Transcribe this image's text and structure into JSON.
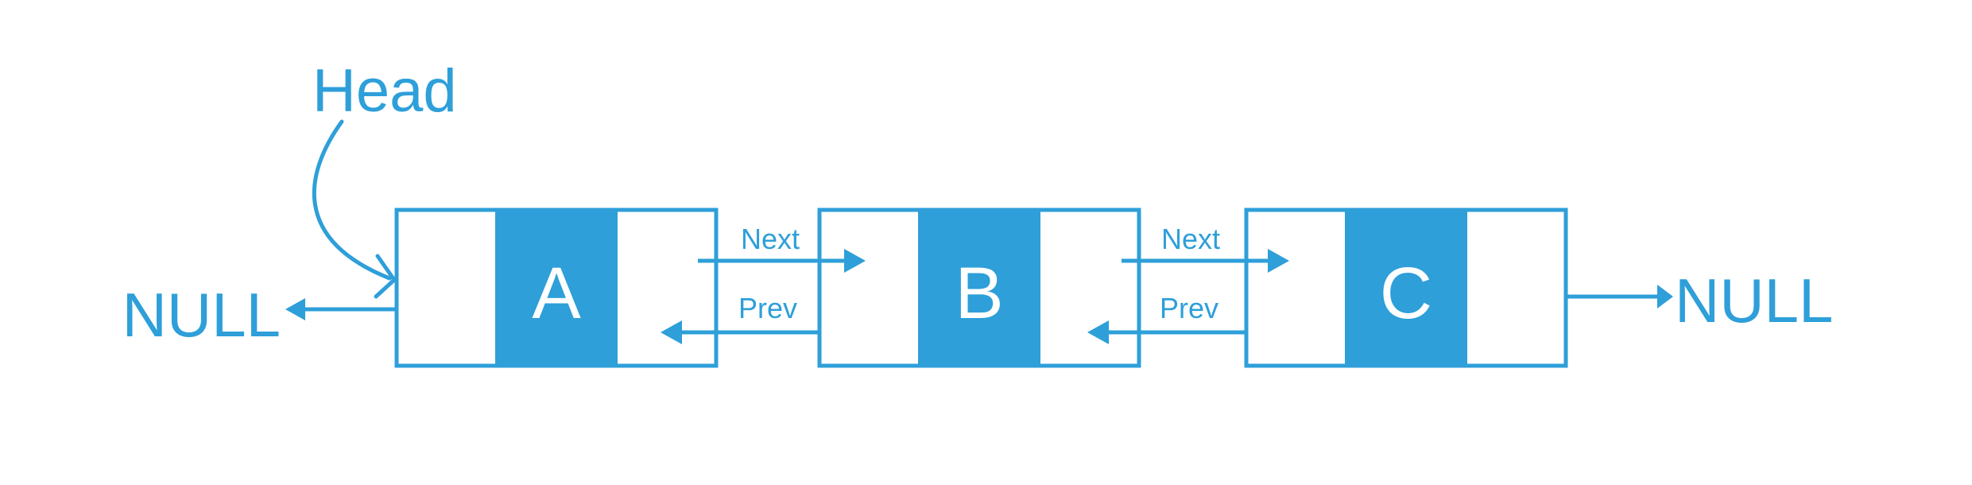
{
  "labels": {
    "head": "Head",
    "null_left": "NULL",
    "null_right": "NULL"
  },
  "nodes": [
    {
      "label": "A"
    },
    {
      "label": "B"
    },
    {
      "label": "C"
    }
  ],
  "links": [
    {
      "next_label": "Next",
      "prev_label": "Prev"
    },
    {
      "next_label": "Next",
      "prev_label": "Prev"
    }
  ],
  "colors": {
    "accent": "#2E9FD9",
    "node_letter": "#ffffff",
    "background": "#ffffff"
  }
}
